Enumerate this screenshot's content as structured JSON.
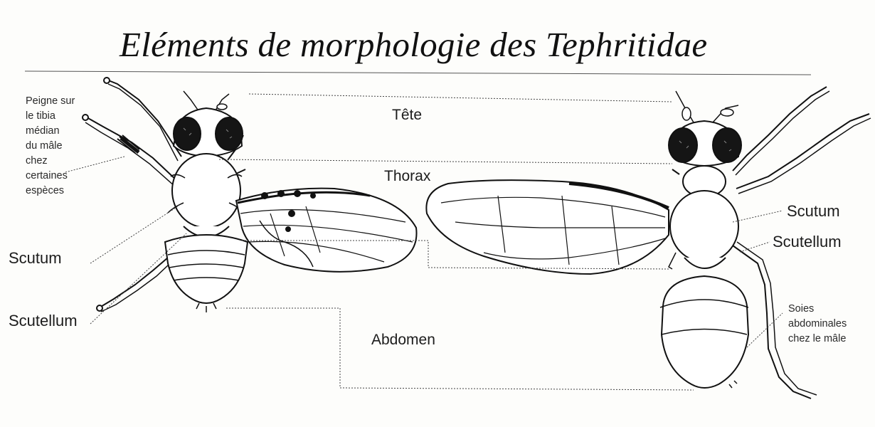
{
  "title": "Eléments de morphologie des Tephritidae",
  "labels": {
    "tete": "Tête",
    "thorax": "Thorax",
    "abdomen": "Abdomen",
    "left_scutum": "Scutum",
    "left_scutellum": "Scutellum",
    "right_scutum": "Scutum",
    "right_scutellum": "Scutellum",
    "peigne_lines": [
      "Peigne sur",
      "le tibia",
      "médian",
      "du mâle",
      "chez",
      "certaines",
      "espèces"
    ],
    "soies_lines": [
      "Soies",
      "abdominales",
      "chez le mâle"
    ]
  }
}
